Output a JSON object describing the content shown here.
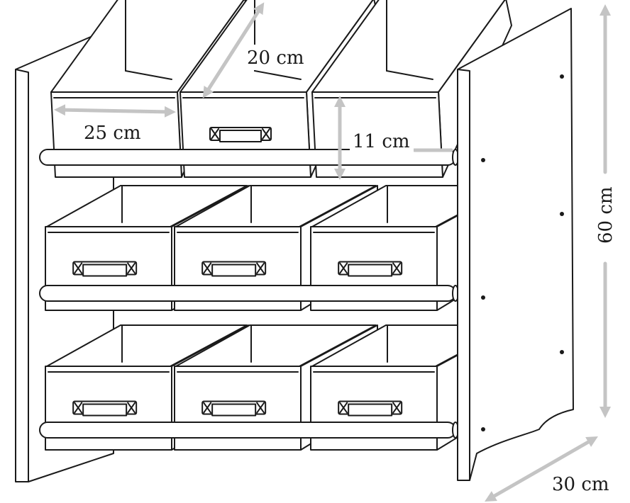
{
  "dimensions": {
    "bin_width": "25 cm",
    "bin_depth": "20 cm",
    "bin_height": "11 cm",
    "total_height": "60 cm",
    "total_depth": "30 cm"
  },
  "colors": {
    "line": "#1a1a1a",
    "dimension_arrow": "#c4c4c4",
    "background": "#ffffff"
  }
}
